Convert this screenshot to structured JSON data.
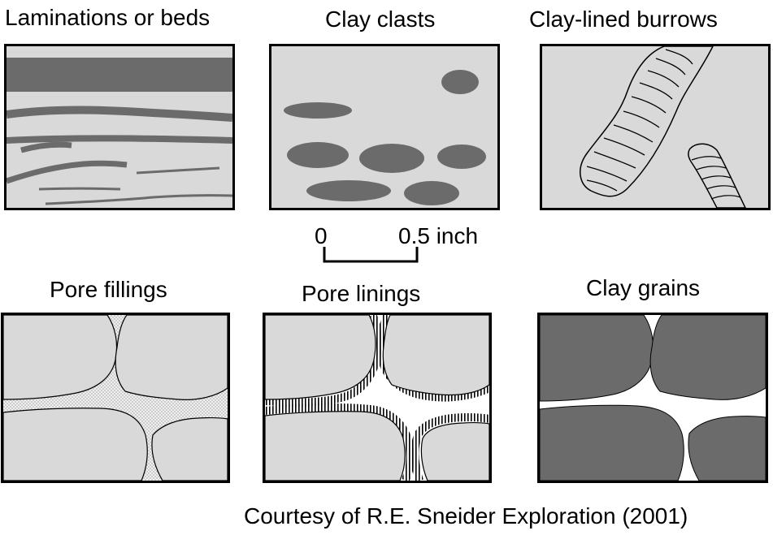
{
  "panels": {
    "laminations": "Laminations or beds",
    "clasts": "Clay clasts",
    "burrows": "Clay-lined burrows",
    "fillings": "Pore fillings",
    "linings": "Pore linings",
    "grains": "Clay grains"
  },
  "scale": {
    "zero": "0",
    "end": "0.5 inch"
  },
  "credit": "Courtesy of R.E. Sneider Exploration (2001)",
  "colors": {
    "background": "#d9d9d9",
    "clay": "#6b6b6b",
    "line": "#000000"
  }
}
